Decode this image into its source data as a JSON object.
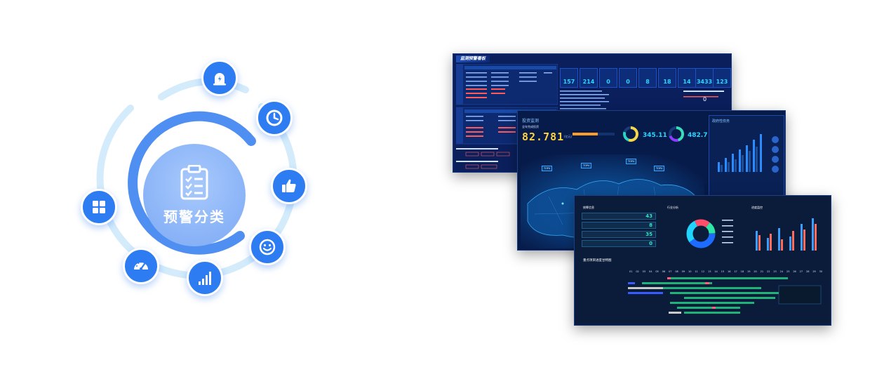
{
  "diagram": {
    "center_label": "预警分类",
    "nodes": [
      {
        "icon": "alarm-light-icon"
      },
      {
        "icon": "clock-icon"
      },
      {
        "icon": "thumbs-up-icon"
      },
      {
        "icon": "smiley-icon"
      },
      {
        "icon": "signal-bars-icon"
      },
      {
        "icon": "speedometer-icon"
      },
      {
        "icon": "apps-grid-icon"
      }
    ],
    "colors": {
      "node": "#2d7cf2",
      "ring_outer": "#cfe9fb",
      "ring_inner": "#4f8ff1",
      "center": "#8db6f8"
    }
  },
  "dashboards": {
    "back": {
      "title": "监测预警看板",
      "kpis": [
        {
          "label": "",
          "value": "157"
        },
        {
          "label": "",
          "value": "214"
        },
        {
          "label": "",
          "value": "0"
        },
        {
          "label": "",
          "value": "0"
        },
        {
          "label": "",
          "value": "8"
        },
        {
          "label": "",
          "value": "18"
        },
        {
          "label": "",
          "value": "14"
        },
        {
          "label": "",
          "value": "3433"
        },
        {
          "label": "",
          "value": "123"
        }
      ],
      "side_value": "0"
    },
    "mid": {
      "title": "投资监测",
      "main_label": "全年完成投资",
      "main_value": "82.781",
      "main_unit": "(亿元)",
      "stat1_value": "345.11",
      "stat2_value": "482.7",
      "right_title": "政府性债务"
    },
    "front": {
      "sec1_title": "统筹信息",
      "sec2_title": "行业分析",
      "sec3_title": "进度监控",
      "rows": [
        {
          "value": "43"
        },
        {
          "value": "8"
        },
        {
          "value": "35"
        },
        {
          "value": "0"
        }
      ],
      "gantt_title": "重点项目进度甘特图",
      "months": [
        "01",
        "02",
        "03",
        "04",
        "05",
        "06",
        "07",
        "08",
        "09",
        "10",
        "11",
        "12",
        "13",
        "14",
        "15",
        "16",
        "17",
        "18",
        "19",
        "20",
        "21",
        "22",
        "23",
        "24",
        "25",
        "26",
        "27",
        "28",
        "29",
        "30"
      ]
    }
  }
}
